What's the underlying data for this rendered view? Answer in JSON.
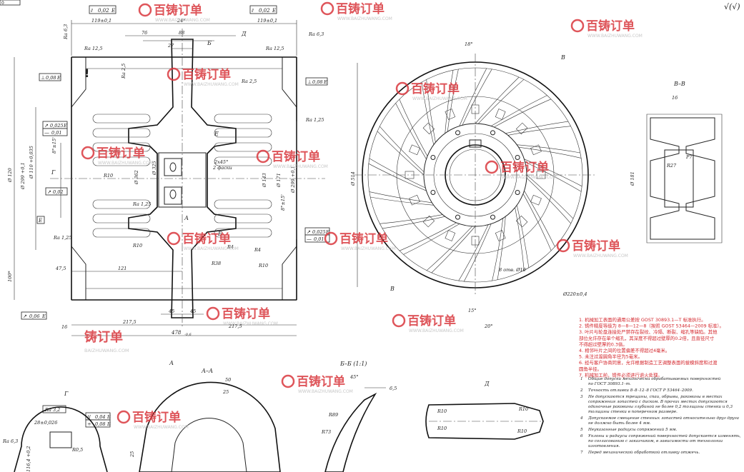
{
  "top_box_prefix": "0",
  "roughness_corner": "√(√)",
  "feature_frames": {
    "top_left": {
      "symbol": "⫽",
      "value": "0,02",
      "datum": "E"
    },
    "top_right": {
      "symbol": "⫽",
      "value": "0,02",
      "datum": "E"
    },
    "left_perp": {
      "symbol": "⊥",
      "value": "0,08",
      "datum": "E"
    },
    "mid_perp": {
      "symbol": "⊥",
      "value": "0,08",
      "datum": "E"
    },
    "left_runout_a": {
      "symbol": "↗",
      "value": "0,025",
      "datum": "E"
    },
    "left_runout_b": {
      "symbol": "—",
      "value": "0,01",
      "datum": ""
    },
    "left_runout_c": {
      "symbol": "↗",
      "value": "0,02",
      "datum": ""
    },
    "right_runout_a": {
      "symbol": "↗",
      "value": "0,025",
      "datum": "E"
    },
    "right_runout_b": {
      "symbol": "—",
      "value": "0,01",
      "datum": ""
    },
    "bottom_runout": {
      "symbol": "↗",
      "value": "0,06",
      "datum": "E"
    },
    "g_par": {
      "symbol": "//",
      "value": "0,04",
      "datum": "Б"
    },
    "g_sym": {
      "symbol": "÷",
      "value": "0,08",
      "datum": "Б"
    }
  },
  "dims_left": {
    "d_119_left": "119±0,1",
    "d_24": "24*",
    "d_119_right": "119±0,1",
    "d_76": "76",
    "d_88": "88",
    "d_27": "27",
    "ra_63_left": "Ra 6,3",
    "ra_125_left": "Ra 12,5",
    "ra_25_mid": "Ra 2,5",
    "ra_25_mid2": "Ra 2,5",
    "ra_125_right": "Ra 12,5",
    "ra_63_right": "Ra 6,3",
    "ra_125_hub": "Ra 1,25",
    "ra_125_hub2": "Ra 1,25",
    "ra_125_hub3": "Ra 1,25",
    "angle_8": "8°±15'",
    "angle_8b": "8°±15'",
    "d_o120": "Ø 120",
    "d_o110": "Ø 110 +0,035",
    "d_o299": "Ø 299 +0,1",
    "d_o362": "Ø 362",
    "d_o325": "Ø 325",
    "d_o143": "Ø 143",
    "d_o171": "Ø 171",
    "d_o299b": "Ø 299 +0,1",
    "chamfer": "2x45°",
    "chamfer2": "2 фаски",
    "r10a": "R10",
    "r10b": "R10",
    "r10c": "R10",
    "r4a": "R4",
    "r4b": "R4",
    "r38": "R38",
    "d_475": "47,5",
    "d_121": "121",
    "d_100": "100*",
    "d_45a": "45",
    "d_45b": "45",
    "d_2175l": "217,5",
    "d_2175r": "217,5",
    "d_478": "478",
    "d_478tol": "-0,6",
    "d_16": "16",
    "lbl_G": "Г",
    "lbl_E": "Е",
    "lbl_B": "Б",
    "lbl_D": "Д",
    "lbl_A": "А",
    "lbl_A2": "А",
    "lbl_B2": "Б",
    "excl": "!"
  },
  "dims_front": {
    "angle_18": "18°",
    "angle_15": "15°",
    "angle_20": "20°",
    "d_514": "Ø 514",
    "holes": "8 отв. Ø10",
    "d_220": "Ø220±0,4",
    "lbl_V": "В",
    "lbl_V2": "В"
  },
  "section_vv": {
    "title": "В–В",
    "d_16": "16",
    "d_p7": "P7",
    "d_r27": "R27",
    "d_181": "Ø 181"
  },
  "section_aa": {
    "title": "А–А",
    "d_50": "50",
    "d_25": "25",
    "d_25b": "25"
  },
  "view_g": {
    "title": "Г",
    "ra32": "Ra 3,2",
    "d_28": "28±0,026",
    "r05": "R0,5",
    "ra63": "Ra 6,3",
    "d_1164": "116,4 +0,2"
  },
  "section_bb": {
    "title": "Б–Б (1:1)",
    "angle_45": "45°",
    "d_65": "6,5",
    "r89": "R89",
    "r73": "R73"
  },
  "view_d": {
    "title": "Д",
    "r10a": "R10",
    "r10b": "R10",
    "r10c": "R10",
    "r10d": "R10"
  },
  "red_notes": [
    "1. 机械加工表面的通用公差按 GOST 30893.1—T 标准执行。",
    "2. 铸件精度等级为 8—8—12—8（按照 GOST 53464—2009 标准）。",
    "3. 叶片与轮盘连接处严禁存在裂纹、冷隔、断裂、缩孔等缺陷。其他",
    "部位允许存在单个缩孔，其深度不得超过壁厚的0.2倍，且直径尺寸",
    "不得超过壁厚的0.3倍。",
    "4. 相邻叶片之间的位置偏差不得超过4毫米。",
    "5. 未注过渡圆角半径为5毫米。",
    "6. 经与客户协商同意，允许根据制造工艺调整表面的拔模斜度和过渡",
    "圆角半径。",
    "7. 机械加工前，铸件必须进行退火处理。"
  ],
  "ru_notes": [
    {
      "n": "1",
      "lines": [
        "Общие допуски механически обрабатываемых поверхностей",
        "по ГОСТ 30893.1–т."
      ]
    },
    {
      "n": "2",
      "lines": [
        "Точность отливки 8–8–12–8 ГОСТ Р 53464–2009."
      ]
    },
    {
      "n": "3",
      "lines": [
        "Не допускаются трещины, спаи, обрывы, раковины в местах",
        "сопряжения лопастей с диском. В прочих местах допускаются",
        "одиночные раковины глубиной не более 0,2 толщины стенки и 0,3",
        "толщины стенки в поперечном размере."
      ]
    },
    {
      "n": "4",
      "lines": [
        "Допускаемое смещение стенных лопастей относительно друг друга",
        "не должно быть более 4 мм."
      ]
    },
    {
      "n": "5",
      "lines": [
        "Неуказанные радиусы сопряжений 5 мм."
      ]
    },
    {
      "n": "6",
      "lines": [
        "Уклоны и радиусы сопряжений поверхностей допускается изменять,",
        "по согласованию с заказчиком, в зависимости от технологии",
        "изготовления."
      ]
    },
    {
      "n": "7",
      "lines": [
        "Перед механической обработкой отливку отжечь."
      ]
    }
  ],
  "watermark": {
    "brand": "百铸订单",
    "url": "WWW.BAIZHUWANG.COM",
    "url2": "BAIZHUWANG.COM",
    "logo_short": "铸订单"
  }
}
